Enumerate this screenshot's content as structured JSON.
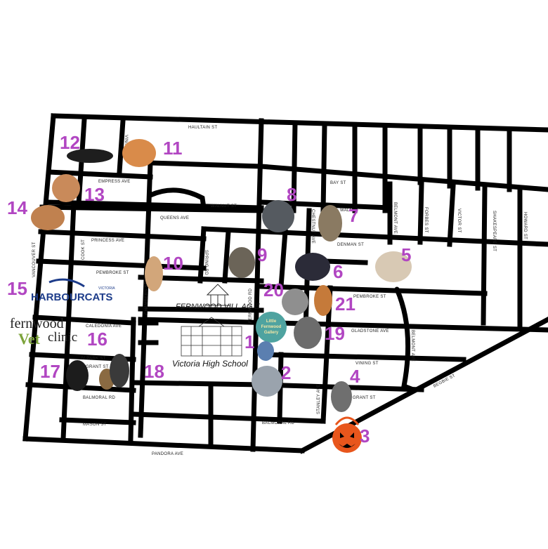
{
  "streets": {
    "haultain": "HAULTAIN ST",
    "bay": "BAY ST",
    "walnut": "WALNUT ST",
    "walnut_east": "WALNUT",
    "denman": "DENMAN ST",
    "empress": "EMPRESS AVE",
    "queens": "QUEENS AVE",
    "princess": "PRINCESS AVE",
    "pembroke_west": "PEMBROKE ST",
    "pembroke_east": "PEMBROKE ST",
    "caledonia": "CALEDONIA AVE",
    "gladstone": "GLADSTONE AVE",
    "ivy_park": "IV PARK ST",
    "grant_west": "GRANT ST",
    "grant_east": "GRANT ST",
    "vining": "VINING ST",
    "balmoral_west": "BALMORAL RD",
    "balmoral_mid": "BALMORAL RD",
    "mason": "MASON ST",
    "pandora": "PANDORA AVE",
    "begbie": "BEGBIE ST",
    "vancouver": "VANCOUVER ST",
    "cook": "COOK ST",
    "chambers": "CHAMBERS ST",
    "fernwood": "FERNWOOD RD",
    "spring": "SPRING RD",
    "vining_n": "VINING ST",
    "chestnut": "CHESTNUT AVE",
    "belmont": "BELMONT AVE",
    "forbes": "FORBES ST",
    "victor": "VICTOR ST",
    "shakespeare": "SHAKESPEARE ST",
    "howard": "HOWARD ST",
    "stanley": "STANLEY AVE",
    "belmont_s": "BELMONT AVE"
  },
  "landmarks": {
    "village": "FERNWOOD VILL AG E",
    "school": "Victoria High School",
    "library_line1": "Little",
    "library_line2": "Fernwood",
    "library_line3": "Gallery"
  },
  "logos": {
    "harbour_small": "VICTORIA",
    "harbour_name": "HARBOURCATS",
    "vet_fern": "fernwood",
    "vet_vet": "Vet",
    "vet_clinic": "clinic"
  },
  "markers": [
    "1",
    "2",
    "3",
    "4",
    "5",
    "6",
    "7",
    "8",
    "9",
    "10",
    "11",
    "12",
    "13",
    "14",
    "15",
    "16",
    "17",
    "18",
    "19",
    "20",
    "21"
  ],
  "colors": {
    "marker": "#b146c2",
    "road": "#000000",
    "pumpkin": "#e8561c",
    "harbour_blue": "#1d3c8a",
    "vet_green": "#7ca33a",
    "gallery_teal": "#4fa3a0"
  },
  "icons": {
    "cat": "cat-photo-icon",
    "pumpkin": "pumpkin-bucket-icon",
    "gazebo": "gazebo-icon",
    "school": "school-building-icon"
  }
}
